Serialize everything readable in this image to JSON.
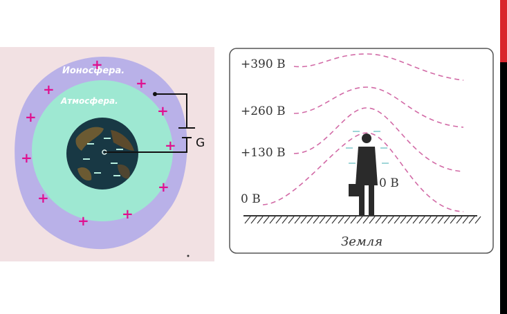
{
  "colors": {
    "accent_red": "#d9252c",
    "dark_bar": "#000000",
    "panel_bg": "#f2e1e3",
    "ionosphere": "#b9b1e8",
    "atmosphere": "#9ee8d2",
    "plus": "#e0108f",
    "field_line": "#d26aa6"
  },
  "left": {
    "ionosphere_label": "Ионосфера.",
    "atmosphere_label": "Атмосфера.",
    "meter_label": "G",
    "plus_sign": "+"
  },
  "right": {
    "levels": [
      "+390 В",
      "+260 В",
      "+130 В",
      "0 В"
    ],
    "person_label": "0 В",
    "ground_label": "Земля"
  }
}
